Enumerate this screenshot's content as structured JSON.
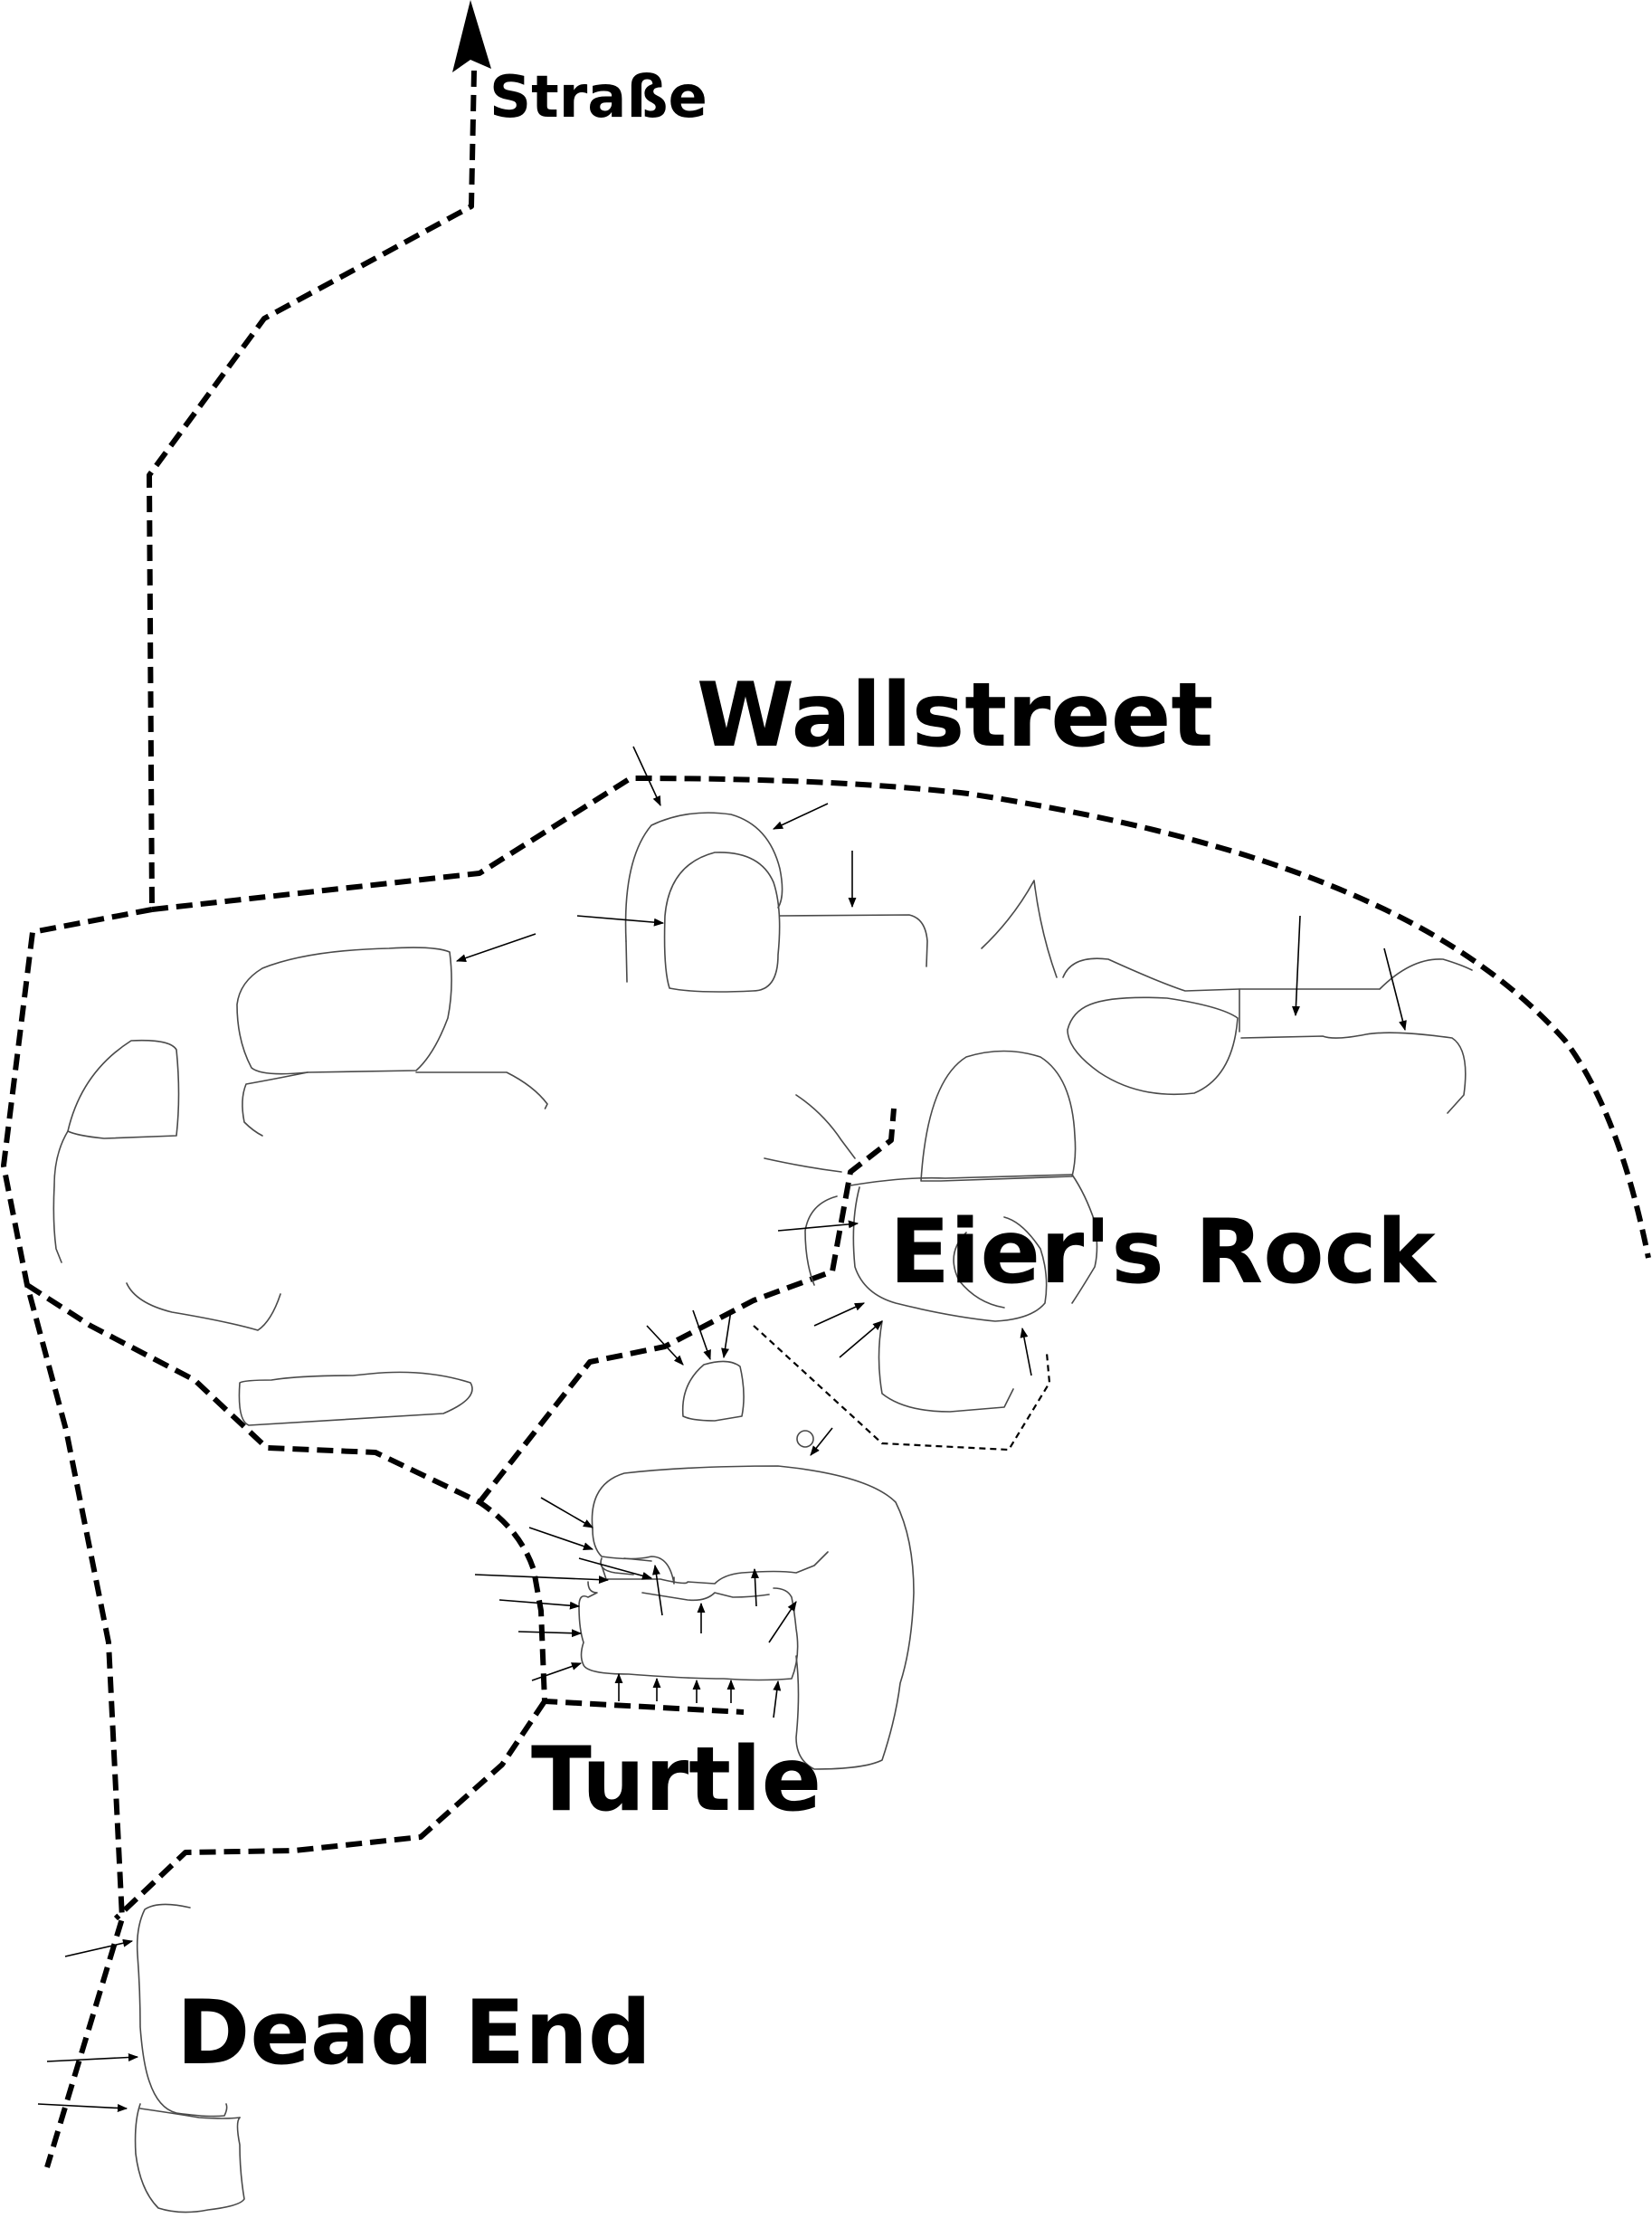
{
  "colors": {
    "ink": "#000000",
    "rock_line": "#4a4a4a",
    "background": "#ffffff"
  },
  "labels": {
    "road": "Straße",
    "wallstreet": "Wallstreet",
    "eiers_rock": "Eier's Rock",
    "turtle": "Turtle",
    "dead_end": "Dead End"
  },
  "icons": {
    "road_direction": "north-arrow-icon"
  }
}
